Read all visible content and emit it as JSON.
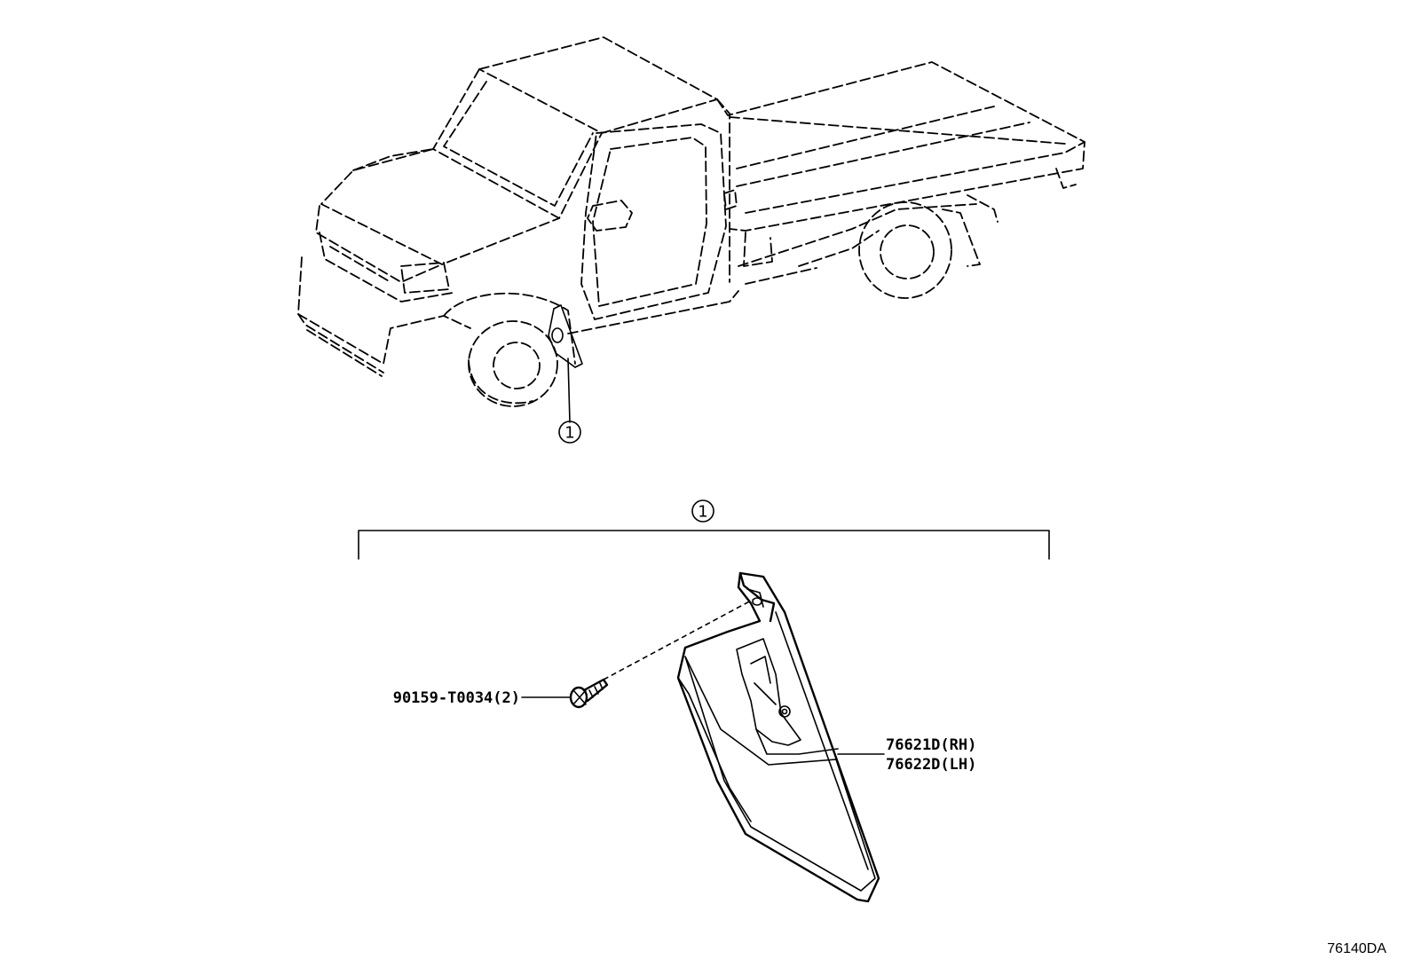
{
  "callouts": {
    "truck_ref": "1",
    "group_ref": "1"
  },
  "parts": {
    "bolt": {
      "number": "90159-T0034(2)"
    },
    "mudguard_rh": {
      "number": "76621D(RH)"
    },
    "mudguard_lh": {
      "number": "76622D(LH)"
    }
  },
  "illustration_code": "76140DA"
}
